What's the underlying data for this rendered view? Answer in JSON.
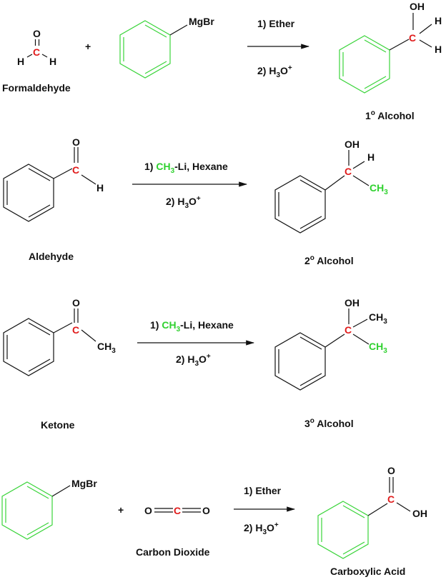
{
  "colors": {
    "highlight_carbon": "#e01b1b",
    "grignard_group": "#2fd12f"
  },
  "r1": {
    "reactant1": {
      "O": "O",
      "C": "C",
      "H1": "H",
      "H2": "H",
      "name": "Formaldehyde"
    },
    "plus": "+",
    "reactant2": {
      "group": "MgBr"
    },
    "cond1": "1) Ether",
    "cond2": {
      "pre": "2) H",
      "sub": "3",
      "o": "O",
      "sup": "+"
    },
    "product": {
      "OH": "OH",
      "C": "C",
      "H1": "H",
      "H2": "H",
      "deg": "1",
      "sup": "o",
      "name": " Alcohol"
    }
  },
  "r2": {
    "reactant": {
      "O": "O",
      "C": "C",
      "H": "H",
      "name": "Aldehyde"
    },
    "cond1": {
      "pre": "1) ",
      "ch": "CH",
      "sub": "3",
      "post": "-Li, Hexane"
    },
    "cond2": {
      "pre": "2) H",
      "sub": "3",
      "o": "O",
      "sup": "+"
    },
    "product": {
      "OH": "OH",
      "C": "C",
      "H": "H",
      "ch": "CH",
      "sub": "3",
      "deg": "2",
      "sup": "o",
      "name": " Alcohol"
    }
  },
  "r3": {
    "reactant": {
      "O": "O",
      "C": "C",
      "ch": "CH",
      "sub": "3",
      "name": "Ketone"
    },
    "cond1": {
      "pre": "1) ",
      "ch": "CH",
      "sub": "3",
      "post": "-Li, Hexane"
    },
    "cond2": {
      "pre": "2) H",
      "sub": "3",
      "o": "O",
      "sup": "+"
    },
    "product": {
      "OH": "OH",
      "C": "C",
      "ch1": "CH",
      "sub1": "3",
      "ch2": "CH",
      "sub2": "3",
      "deg": "3",
      "sup": "o",
      "name": " Alcohol"
    }
  },
  "r4": {
    "reactant1": {
      "group": "MgBr"
    },
    "plus": "+",
    "reactant2": {
      "O1": "O",
      "C": "C",
      "O2": "O",
      "name": "Carbon Dioxide"
    },
    "cond1": "1) Ether",
    "cond2": {
      "pre": "2) H",
      "sub": "3",
      "o": "O",
      "sup": "+"
    },
    "product": {
      "O": "O",
      "C": "C",
      "OH": "OH",
      "name": "Carboxylic Acid"
    }
  }
}
